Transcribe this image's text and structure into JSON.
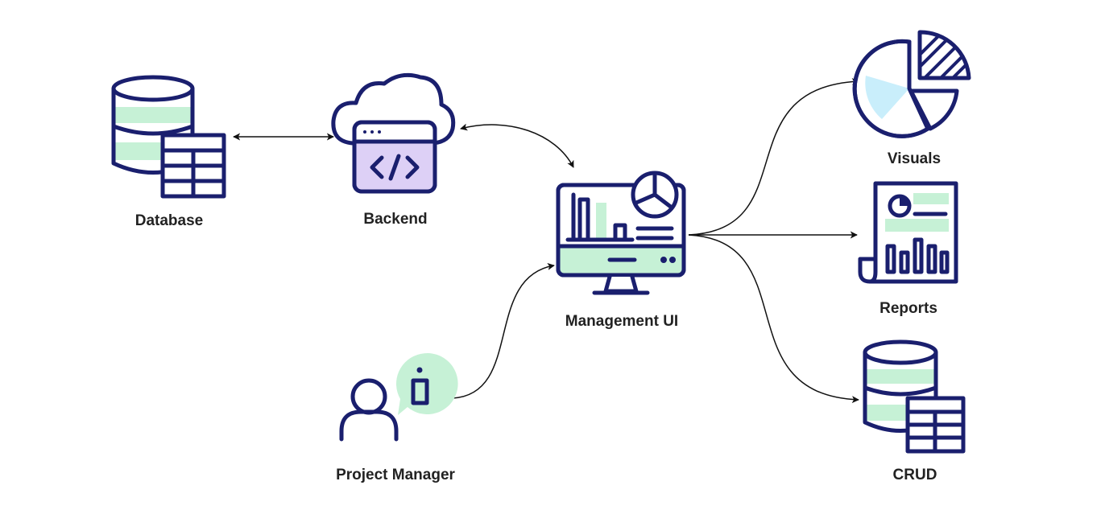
{
  "colors": {
    "stroke": "#1a1f6e",
    "green": "#c6f1d6",
    "purple": "#ddd0f6",
    "lightblue": "#c9eefb",
    "arrow": "#111111"
  },
  "nodes": {
    "database": {
      "label": "Database",
      "icon": "database-table-icon"
    },
    "backend": {
      "label": "Backend",
      "icon": "cloud-code-icon"
    },
    "management_ui": {
      "label": "Management UI",
      "icon": "monitor-dashboard-icon"
    },
    "project_manager": {
      "label": "Project Manager",
      "icon": "user-info-icon"
    },
    "visuals": {
      "label": "Visuals",
      "icon": "pie-chart-icon"
    },
    "reports": {
      "label": "Reports",
      "icon": "report-document-icon"
    },
    "crud": {
      "label": "CRUD",
      "icon": "database-table-icon"
    }
  },
  "edges": [
    {
      "from": "database",
      "to": "backend",
      "direction": "both"
    },
    {
      "from": "backend",
      "to": "management_ui",
      "direction": "both"
    },
    {
      "from": "project_manager",
      "to": "management_ui",
      "direction": "forward"
    },
    {
      "from": "management_ui",
      "to": "visuals",
      "direction": "forward"
    },
    {
      "from": "management_ui",
      "to": "reports",
      "direction": "forward"
    },
    {
      "from": "management_ui",
      "to": "crud",
      "direction": "forward"
    }
  ]
}
